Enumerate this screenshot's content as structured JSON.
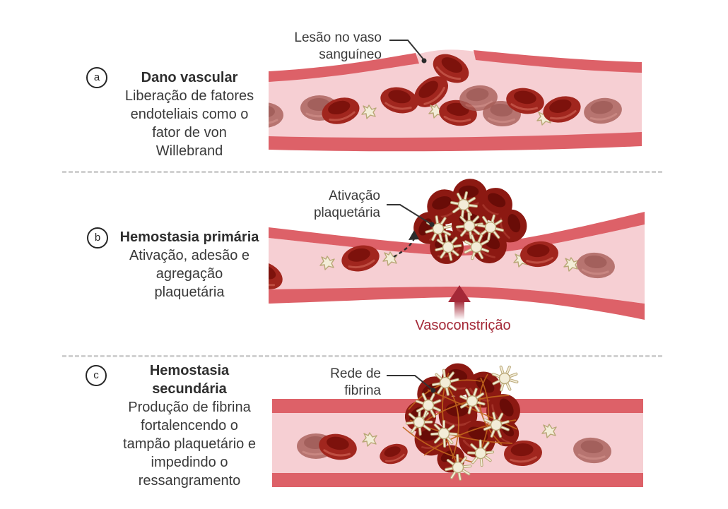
{
  "figure": {
    "panels": [
      {
        "marker": "a",
        "title": "Dano vascular",
        "description": "Liberação de fatores endoteliais como o fator de von Willebrand",
        "description_lines": [
          "Liberação de fatores",
          "endoteliais como o",
          "fator de von",
          "Willebrand"
        ],
        "annotation": {
          "label": "Lesão no vaso sanguíneo",
          "label_lines": [
            "Lesão no vaso",
            "sanguíneo"
          ]
        }
      },
      {
        "marker": "b",
        "title": "Hemostasia primária",
        "description": "Ativação, adesão e agregação plaquetária",
        "description_lines": [
          "Ativação, adesão e",
          "agregação",
          "plaquetária"
        ],
        "annotation": {
          "label": "Ativação plaquetária",
          "label_lines": [
            "Ativação",
            "plaquetária"
          ]
        },
        "vasoconstriction_label": "Vasoconstrição"
      },
      {
        "marker": "c",
        "title": "Hemostasia secundária",
        "title_lines": [
          "Hemostasia",
          "secundária"
        ],
        "description": "Produção de fibrina fortalencendo o tampão plaquetário e impedindo o ressangramento",
        "description_lines": [
          "Produção de fibrina",
          "fortalencendo o",
          "tampão plaquetário e",
          "impedindo o",
          "ressangramento"
        ],
        "annotation": {
          "label": "Rede de fibrina",
          "label_lines": [
            "Rede de",
            "fibrina"
          ]
        }
      }
    ],
    "colors": {
      "vessel_wall": "#dd6168",
      "vessel_lumen": "#f6cfd3",
      "rbc": "#a1261e",
      "rbc_clot": "#8c1912",
      "platelet": "#f3edd8",
      "fibrin": "#c2661d",
      "accent_red": "#a42837",
      "text": "#3a3a3a",
      "divider": "#d1d1d1"
    }
  }
}
